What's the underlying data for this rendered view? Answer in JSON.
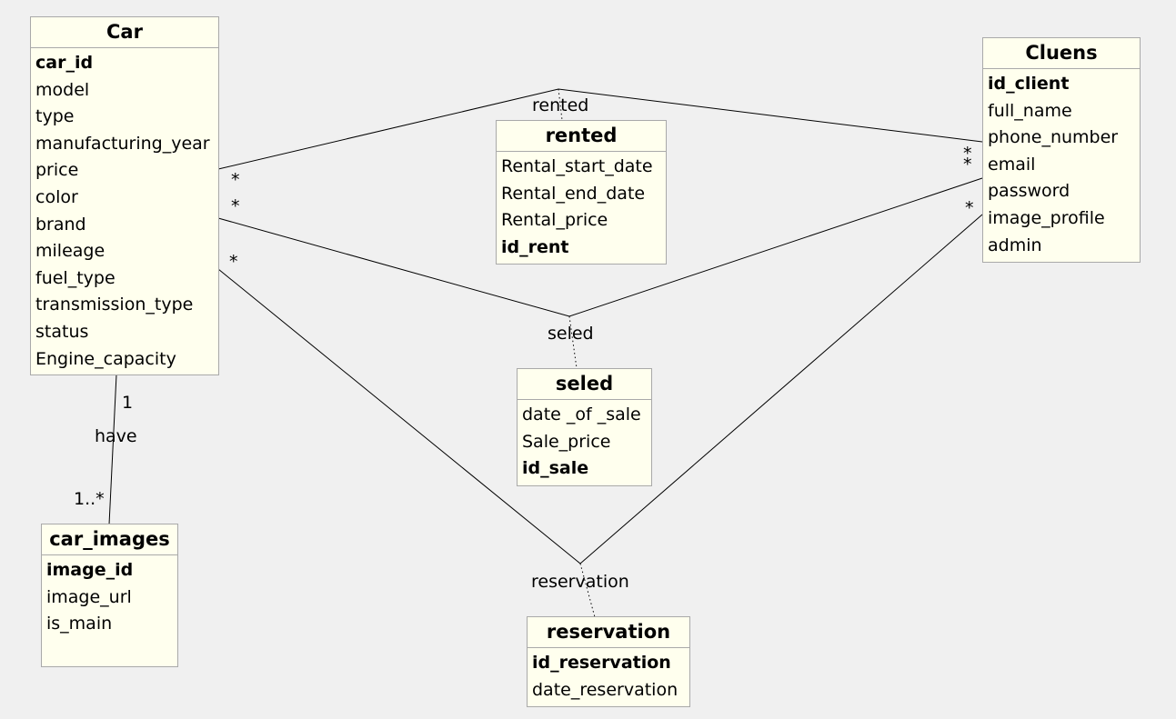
{
  "entities": {
    "car": {
      "title": "Car",
      "attributes": [
        "car_id",
        "model",
        "type",
        "manufacturing_year",
        "price",
        "color",
        "brand",
        "mileage",
        "fuel_type",
        "transmission_type",
        "status",
        "Engine_capacity"
      ],
      "keys": [
        0
      ]
    },
    "cluens": {
      "title": "Cluens",
      "attributes": [
        "id_client",
        "full_name",
        "phone_number",
        "email",
        "password",
        "image_profile",
        "admin"
      ],
      "keys": [
        0
      ]
    },
    "rented": {
      "title": "rented",
      "attributes": [
        "Rental_start_date",
        "Rental_end_date",
        "Rental_price",
        "id_rent"
      ],
      "keys": [
        3
      ]
    },
    "seled": {
      "title": "seled",
      "attributes": [
        "date _of _sale",
        "Sale_price",
        "id_sale"
      ],
      "keys": [
        2
      ]
    },
    "car_images": {
      "title": "car_images",
      "attributes": [
        "image_id",
        "image_url",
        "is_main"
      ],
      "keys": [
        0
      ]
    },
    "reservation": {
      "title": "reservation",
      "attributes": [
        "id_reservation",
        "date_reservation"
      ],
      "keys": [
        0
      ]
    }
  },
  "relations": {
    "rented": {
      "label": "rented",
      "mult_car": "*",
      "mult_client": "*"
    },
    "seled": {
      "label": "seled",
      "mult_car": "*",
      "mult_client": "*"
    },
    "reservation": {
      "label": "reservation",
      "mult_car": "*",
      "mult_client": "*"
    },
    "have": {
      "label": "have",
      "mult_car": "1",
      "mult_images": "1..*"
    }
  }
}
